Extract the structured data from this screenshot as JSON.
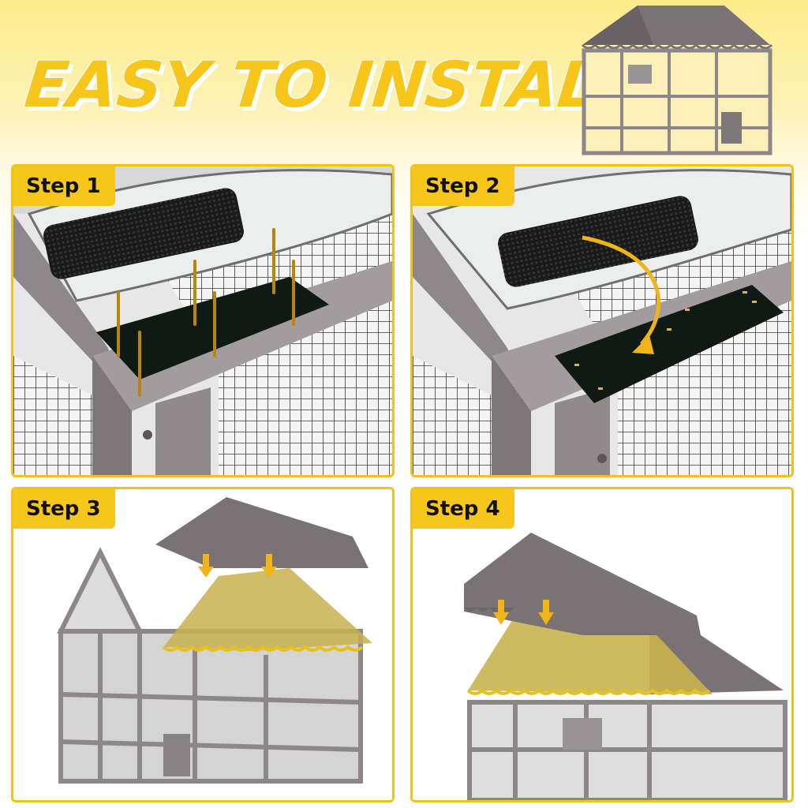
{
  "header": {
    "title": "EASY TO INSTALL"
  },
  "steps": [
    {
      "label": "Step 1"
    },
    {
      "label": "Step 2"
    },
    {
      "label": "Step 3"
    },
    {
      "label": "Step 4"
    }
  ],
  "colors": {
    "accent": "#f7c61a",
    "frame": "#8d878a",
    "cover": "#7e7477",
    "hook_tape": "#1b1b1b"
  }
}
